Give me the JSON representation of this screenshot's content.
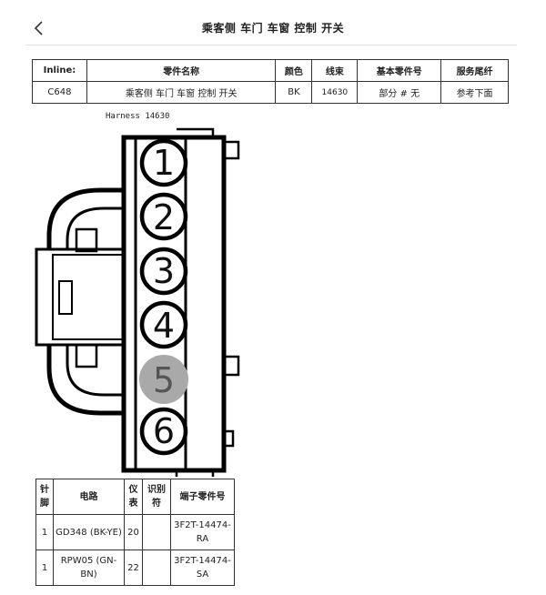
{
  "header": {
    "title": "乘客侧 车门 车窗 控制 开关"
  },
  "icons": {
    "back": "chevron-left-icon"
  },
  "info_table": {
    "headers": [
      "Inline:",
      "零件名称",
      "颜色",
      "线束",
      "基本零件号",
      "服务尾纤"
    ],
    "row": [
      "C648",
      "乘客侧 车门 车窗 控制 开关",
      "BK",
      "14630",
      "部分 # 无",
      "参考下面"
    ]
  },
  "diagram": {
    "harness_label": "Harness 14630",
    "pins": [
      "1",
      "2",
      "3",
      "4",
      "5",
      "6"
    ],
    "highlight_pin": "5",
    "highlight_color": "#a9a9a9"
  },
  "pin_table": {
    "headers": [
      "针脚",
      "电路",
      "仪表",
      "识别符",
      "端子零件号"
    ],
    "rows": [
      {
        "pin": "1",
        "circuit": "GD348 (BK-YE)",
        "gauge": "20",
        "id": "",
        "terminal": "3F2T-14474-RA"
      },
      {
        "pin": "1",
        "circuit": "RPW05 (GN-BN)",
        "gauge": "22",
        "id": "",
        "terminal": "3F2T-14474-SA"
      }
    ]
  }
}
